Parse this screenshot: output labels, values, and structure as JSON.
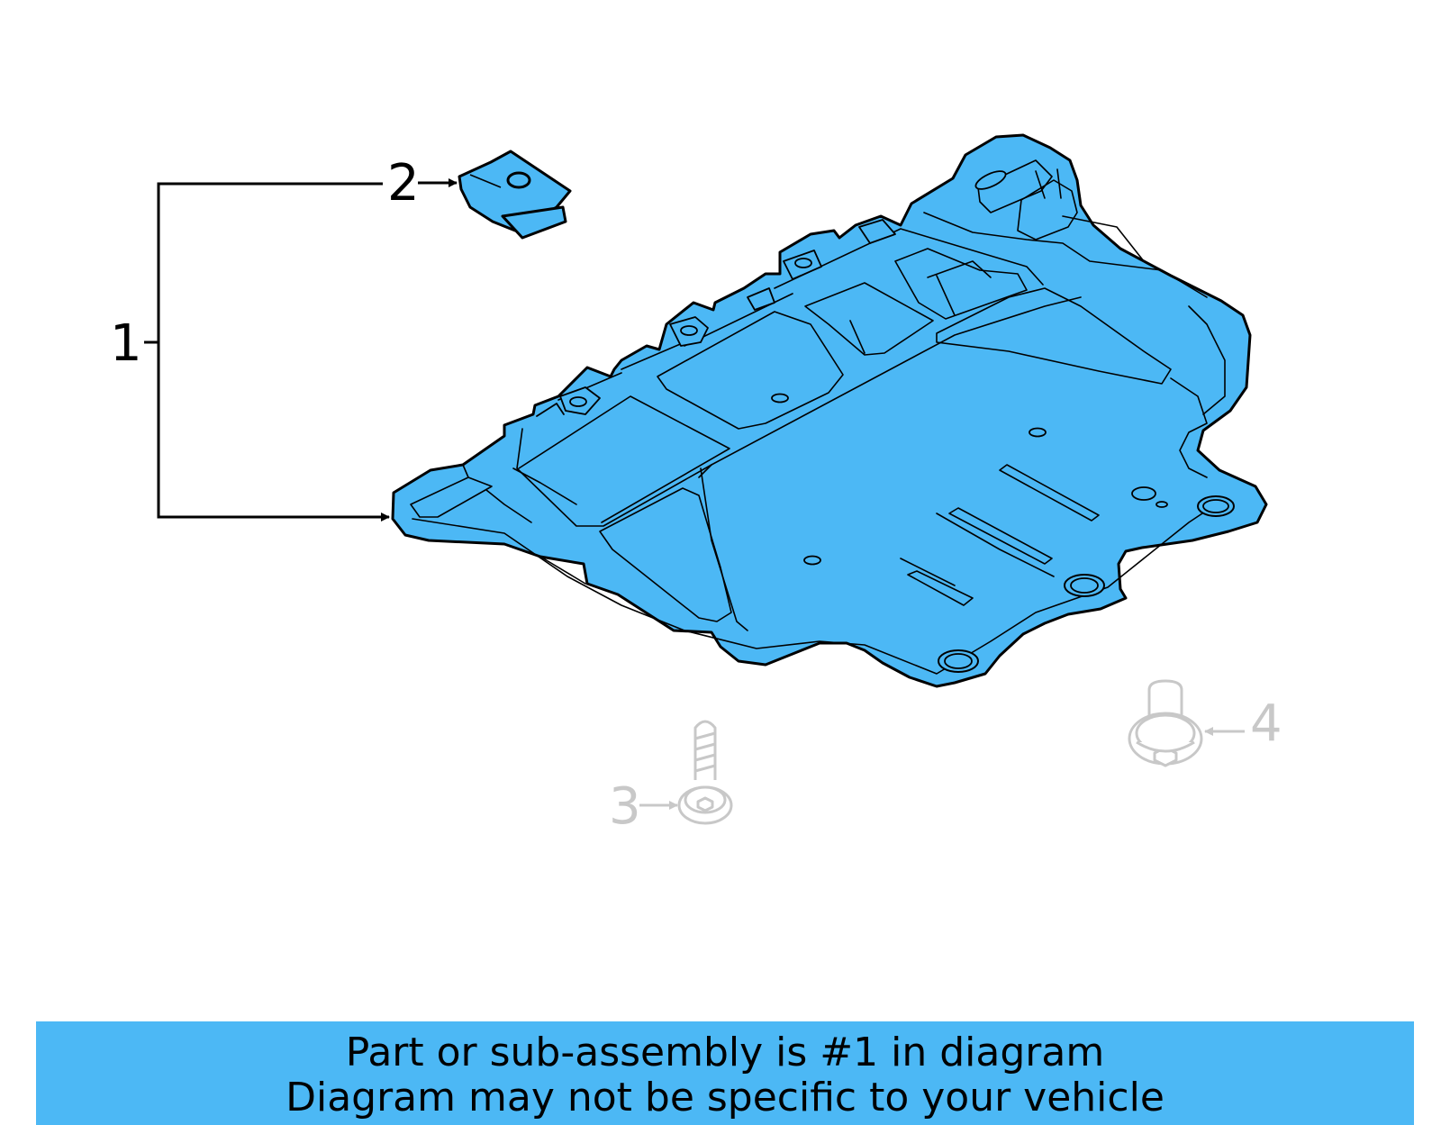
{
  "colors": {
    "part_fill": "#4cb8f5",
    "outline": "#000000",
    "inactive": "#c8c8c8",
    "banner": "#4cb8f5"
  },
  "callouts": {
    "one": "1",
    "two": "2",
    "three": "3",
    "four": "4"
  },
  "banner": {
    "line1": "Part or sub-assembly is #1 in diagram",
    "line2": "Diagram may not be specific to your vehicle"
  }
}
